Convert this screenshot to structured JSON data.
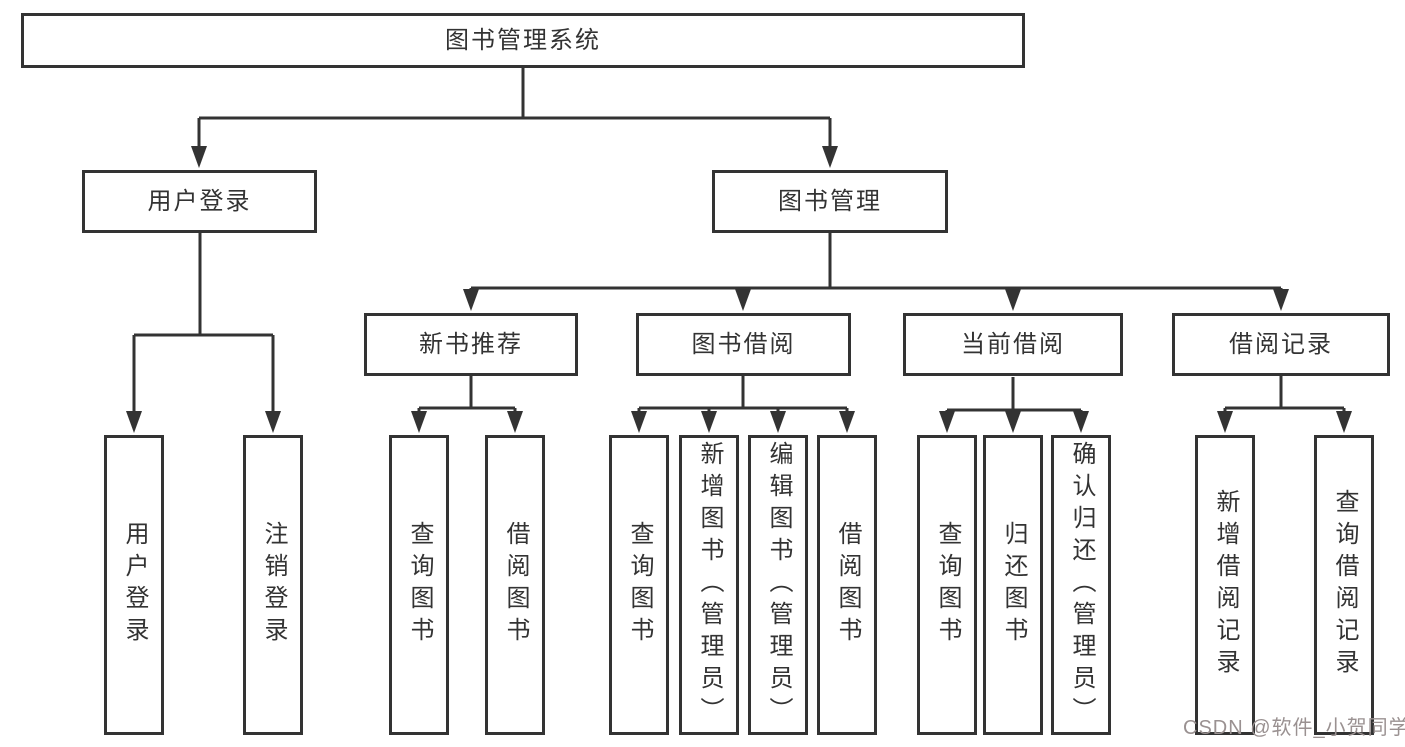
{
  "title": {
    "label": "图书管理系统"
  },
  "nodes": {
    "level2": [
      {
        "label": "用户登录"
      },
      {
        "label": "图书管理"
      }
    ],
    "level3": [
      {
        "label": "新书推荐"
      },
      {
        "label": "图书借阅"
      },
      {
        "label": "当前借阅"
      },
      {
        "label": "借阅记录"
      }
    ],
    "leaves": [
      {
        "label": "用户登录"
      },
      {
        "label": "注销登录"
      },
      {
        "label": "查询图书"
      },
      {
        "label": "借阅图书"
      },
      {
        "label": "查询图书"
      },
      {
        "label": "新增图书（管理员）"
      },
      {
        "label": "编辑图书（管理员）"
      },
      {
        "label": "借阅图书"
      },
      {
        "label": "查询图书"
      },
      {
        "label": "归还图书"
      },
      {
        "label": "确认归还（管理员）"
      },
      {
        "label": "新增借阅记录"
      },
      {
        "label": "查询借阅记录"
      }
    ]
  },
  "watermark": {
    "text": "CSDN @软件_小贺同学"
  },
  "colors": {
    "line": "#333333",
    "box_border": "#333333",
    "box_fill": "#ffffff",
    "text": "#333333",
    "watermark": "#9a9191"
  }
}
